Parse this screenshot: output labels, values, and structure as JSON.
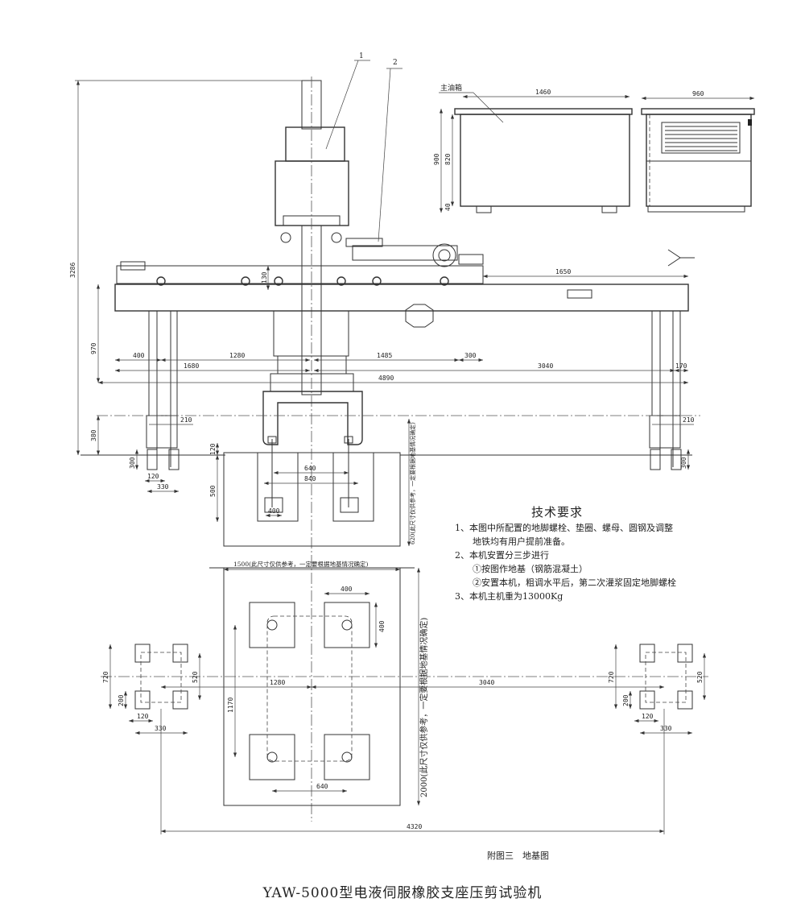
{
  "drawing": {
    "title": "YAW-5000型电液伺服橡胶支座压剪试验机",
    "caption": "附图三　地基图",
    "callouts": [
      "1",
      "2"
    ],
    "tank_label": "主油箱",
    "dimensions": {
      "overall_height": "3286",
      "tank_length": "1460",
      "tank_width": "960",
      "tank_height": "900",
      "tank_body_height": "820",
      "tank_foot": "40",
      "rail_height": "130",
      "right_span": "1650",
      "beam_height": "970",
      "left_offset": "400",
      "span_1280": "1280",
      "span_1485": "1485",
      "span_300": "300",
      "span_1680": "1680",
      "span_3040": "3040",
      "span_170": "170",
      "overall_length": "4890",
      "leg_width": "210",
      "leg_height": "380",
      "pit_depth": "300",
      "pit_width": "120",
      "pad_span": "330",
      "base_offset": "120",
      "bolt_640": "640",
      "bolt_840": "840",
      "pocket_400": "400",
      "foundation_depth": "500",
      "foundation_note": "620(此尺寸仅供参考，一定要根据地基情况确定)",
      "foundation_width_note": "1500(此尺寸仅供参考，一定要根据地基情况确定)",
      "foundation_length_note": "2000(此尺寸仅供参考，一定要根据地基情况确定)",
      "plan_pocket_400": "400",
      "plan_pocket_400_v": "400",
      "plan_1170": "1170",
      "plan_640": "640",
      "plan_1280": "1280",
      "plan_3040": "3040",
      "plan_720": "720",
      "plan_520": "520",
      "plan_200": "200",
      "plan_120": "120",
      "plan_330": "330",
      "plan_total": "4320"
    }
  },
  "requirements": {
    "heading": "技术要求",
    "items": [
      "1、本图中所配置的地脚螺栓、垫圈、螺母、圆钢及调整",
      "　　地铁均有用户提前准备。",
      "2、本机安置分三步进行",
      "　　①按图作地基（钢筋混凝土）",
      "　　②安置本机，粗调水平后，第二次灌浆固定地脚螺栓",
      "3、本机主机重为13000Kg"
    ]
  }
}
